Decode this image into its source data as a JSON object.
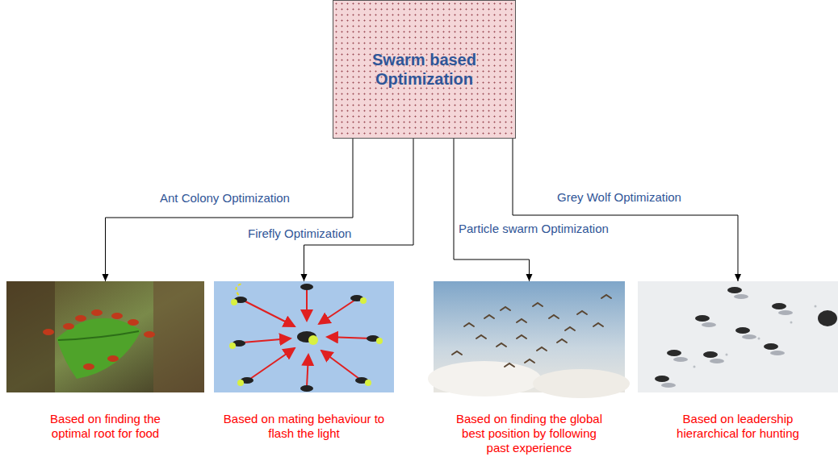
{
  "diagram": {
    "nodes": [
      {
        "text": [
          "Swarm based Optimization"
        ]
      },
      {
        "text": [
          "Based on finding the optimal root for food"
        ]
      },
      {
        "text": [
          "Based on mating behaviour to flash the light"
        ]
      },
      {
        "text": [
          "Based on finding the global best position by following past experience"
        ]
      },
      {
        "text": [
          "Based on leadership hierarchical for hunting"
        ]
      }
    ],
    "edges": [
      {
        "from": 0,
        "to": 1,
        "label": "Ant Colony Optimization",
        "arrow": "to"
      },
      {
        "from": 0,
        "to": 2,
        "label": "Firefly Optimization",
        "arrow": "to"
      },
      {
        "from": 0,
        "to": 3,
        "label": "Particle swarm Optimization",
        "arrow": "to"
      },
      {
        "from": 0,
        "to": 4,
        "label": "Grey Wolf Optimization",
        "arrow": "to"
      }
    ]
  }
}
